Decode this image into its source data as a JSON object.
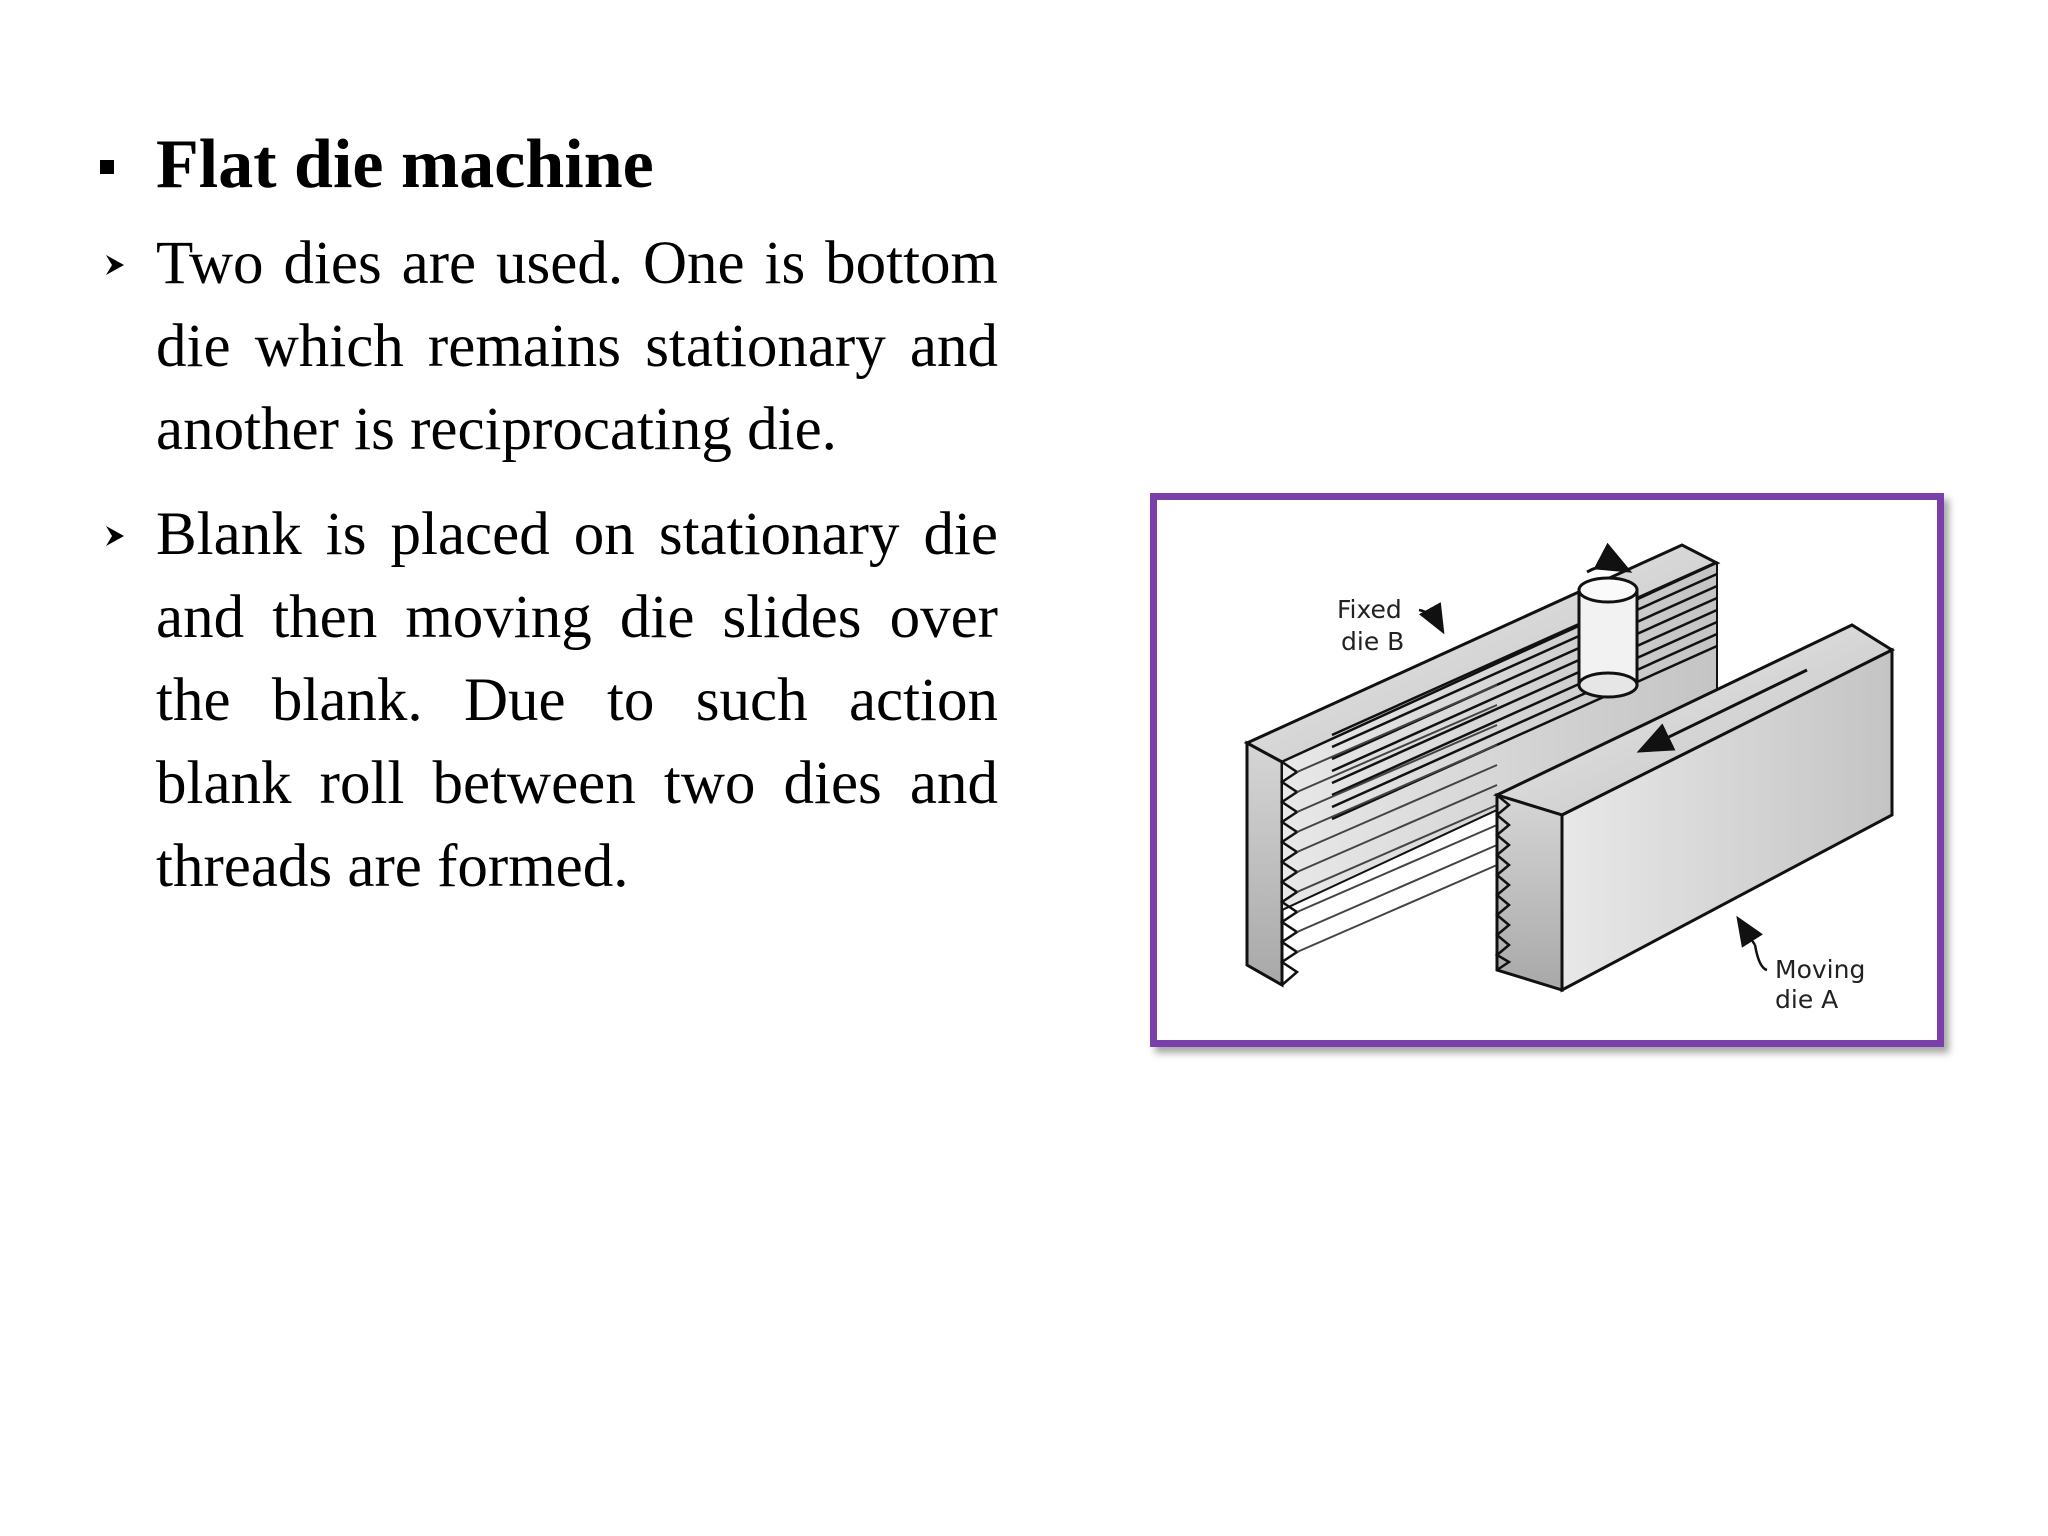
{
  "heading": "Flat die machine",
  "bullets": [
    "Two dies are used. One is bottom die which remains stationary and another is reciprocating die.",
    "Blank is placed on stationary die and then moving die slides over the blank. Due to such action blank roll between two dies and threads are formed."
  ],
  "figure": {
    "label_fixed_line1": "Fixed",
    "label_fixed_line2": "die B",
    "label_moving_line1": "Moving",
    "label_moving_line2": "die A",
    "frame_color": "#7a3fa8"
  }
}
